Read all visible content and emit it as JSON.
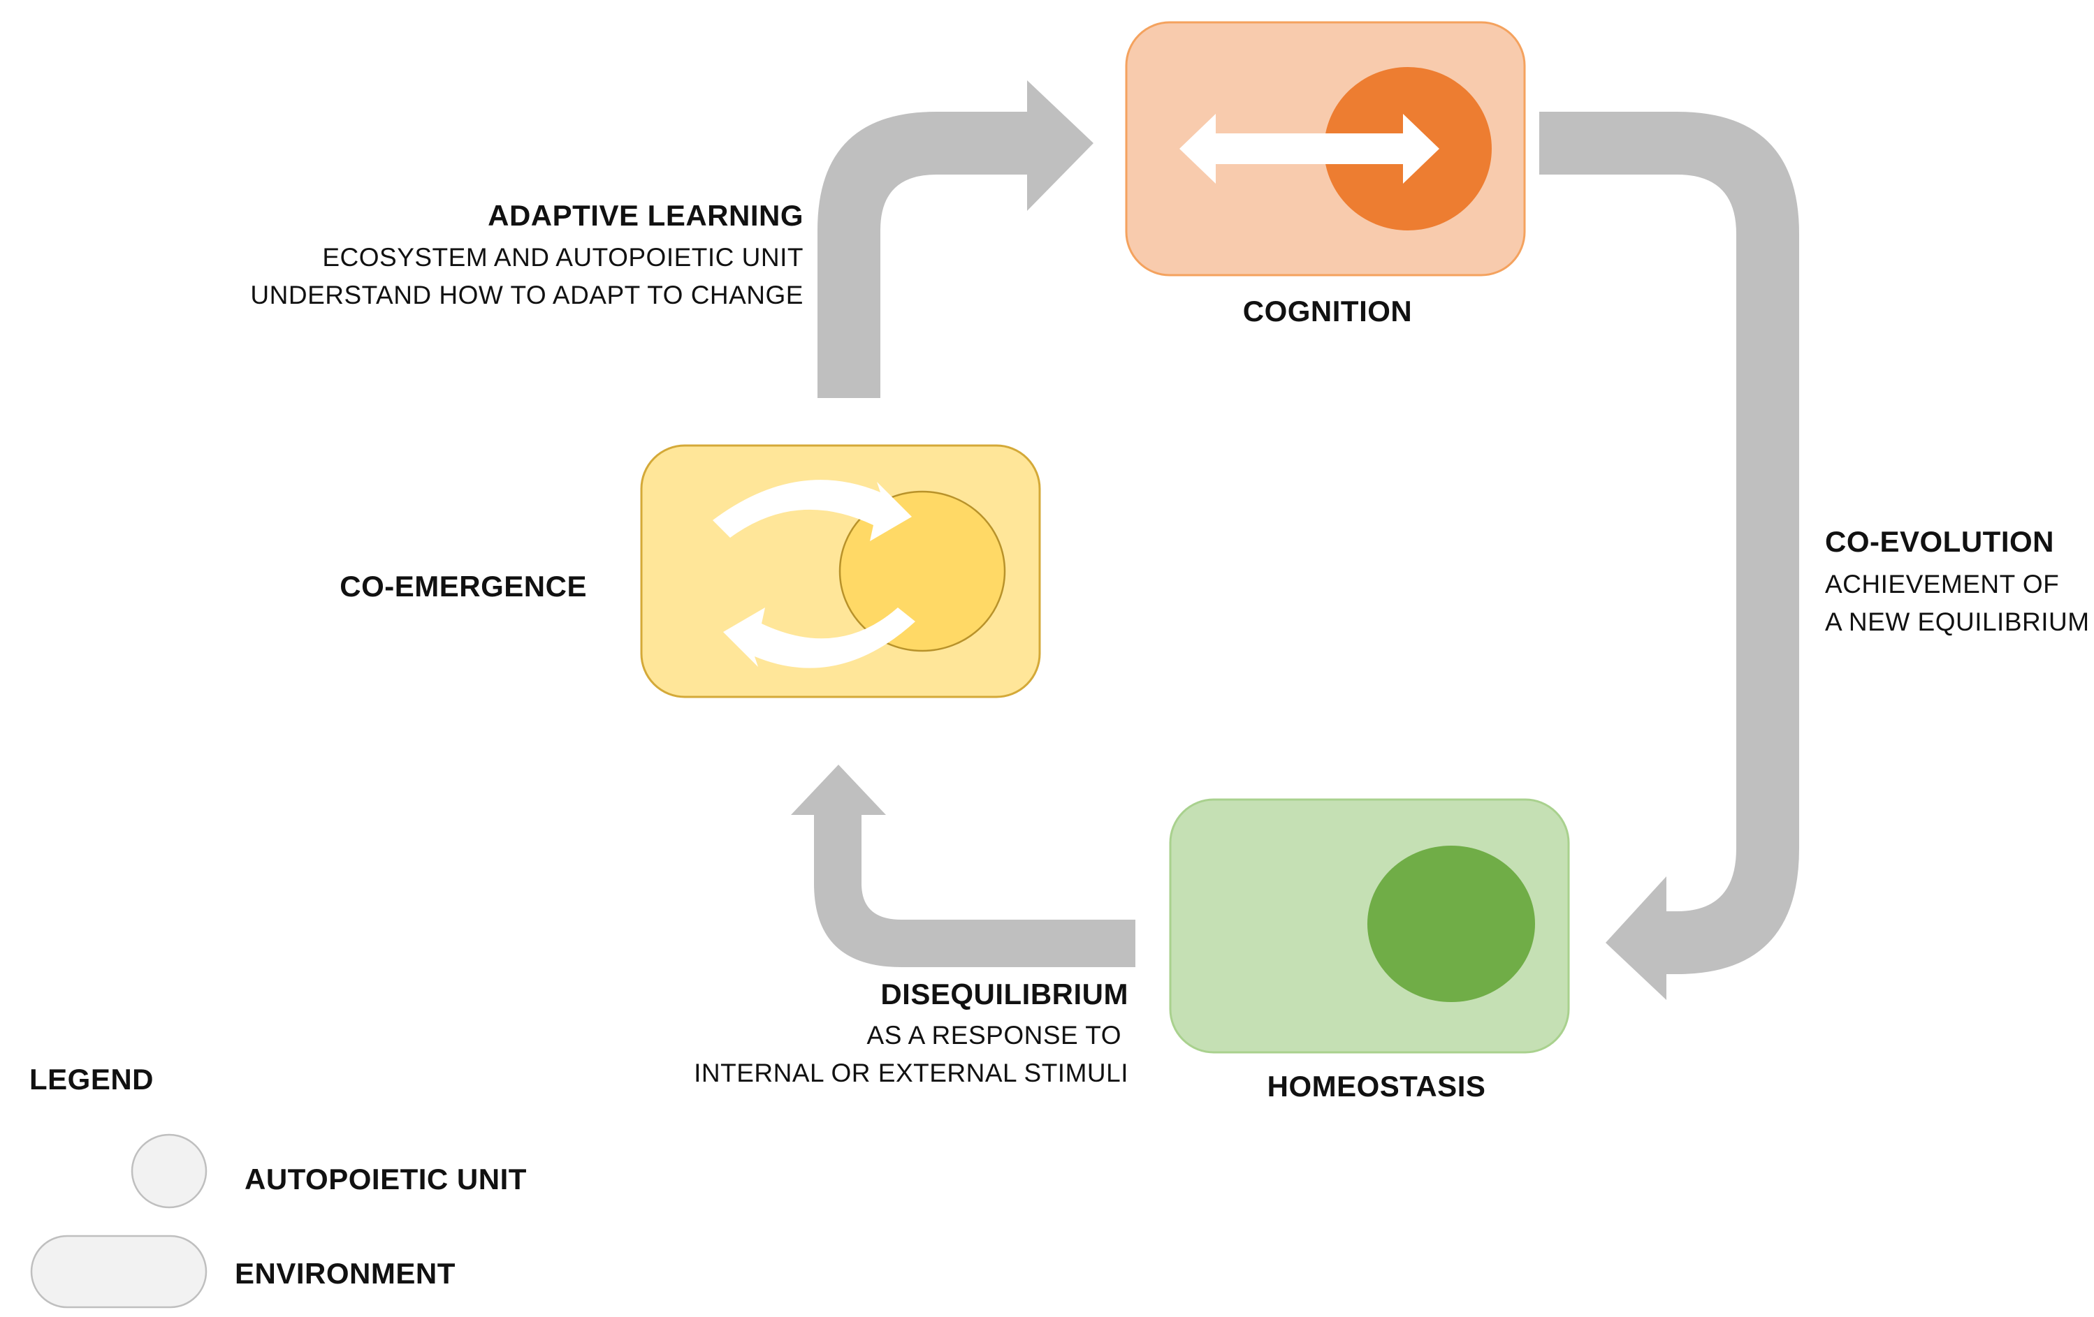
{
  "stages": {
    "cognition": {
      "title": "COGNITION"
    },
    "co_emergence": {
      "title": "CO-EMERGENCE"
    },
    "homeostasis": {
      "title": "HOMEOSTASIS"
    }
  },
  "transitions": {
    "adaptive_learning": {
      "title": "ADAPTIVE LEARNING",
      "line1": "ECOSYSTEM AND AUTOPOIETIC UNIT",
      "line2": "UNDERSTAND HOW TO ADAPT TO CHANGE"
    },
    "co_evolution": {
      "title": "CO-EVOLUTION",
      "line1": "ACHIEVEMENT OF",
      "line2": "A NEW EQUILIBRIUM"
    },
    "disequilibrium": {
      "title": "DISEQUILIBRIUM",
      "line1": "AS A RESPONSE TO",
      "line2": "INTERNAL OR EXTERNAL STIMULI"
    }
  },
  "legend": {
    "title": "LEGEND",
    "autopoietic_unit": "AUTOPOIETIC UNIT",
    "environment": "ENVIRONMENT"
  },
  "colors": {
    "arrow_gray": "#bfbfbf",
    "cognition_env": "#f8cbad",
    "cognition_unit": "#ed7d31",
    "co_emergence_env": "#ffe699",
    "co_emergence_unit": "#ffd966",
    "homeostasis_env": "#c5e0b4",
    "homeostasis_unit": "#70ad47",
    "legend_fill": "#f2f2f2"
  }
}
